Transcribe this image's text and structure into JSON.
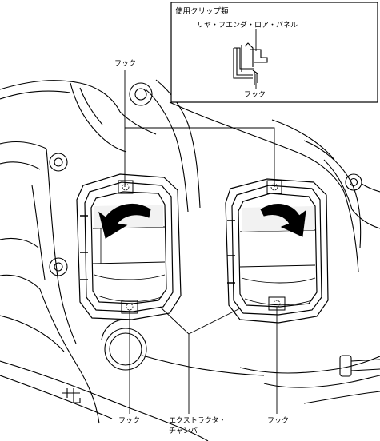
{
  "inset": {
    "title": "使用クリップ類",
    "clip_label": "リヤ・フエンダ・ロア・パネル",
    "hook_label": "フック"
  },
  "labels": {
    "hook_top": "フック",
    "hook_bottom_left": "フック",
    "extractor_line1": "エクストラクタ・",
    "extractor_line2": "チャンバ",
    "hook_bottom_right": "フック"
  }
}
